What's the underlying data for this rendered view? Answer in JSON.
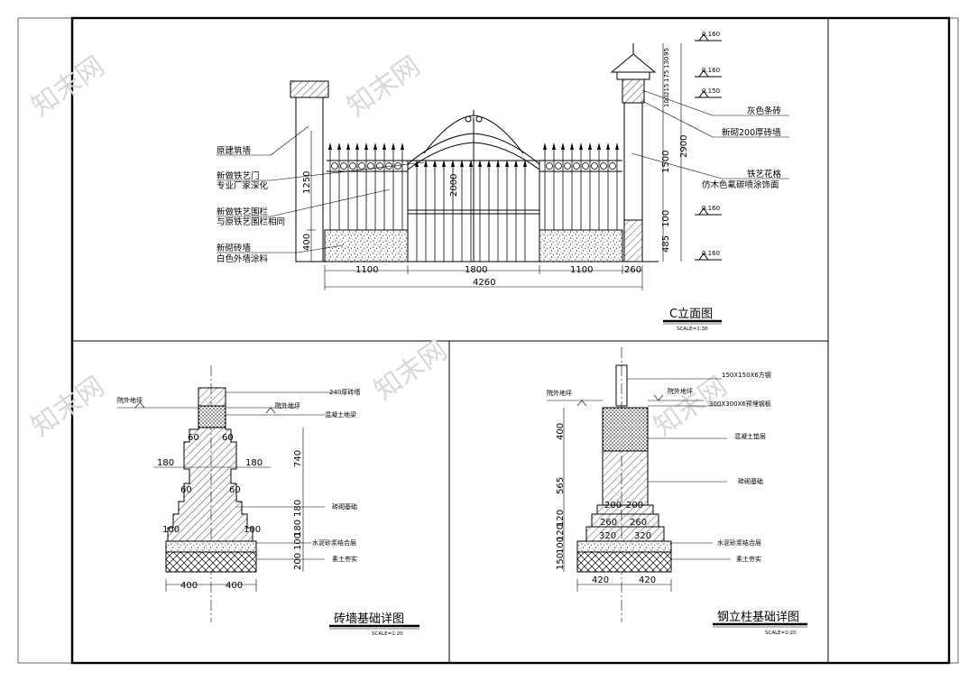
{
  "elevation": {
    "title": "C立面图",
    "scale": "SCALE=1:30",
    "labels": {
      "existing_wall": "原建筑墙",
      "new_gate_1": "新做铁艺门",
      "new_gate_2": "专业厂家深化",
      "new_fence_1": "新做铁艺围栏",
      "new_fence_2": "与原铁艺围栏相同",
      "new_brick_1": "新砌砖墙",
      "new_brick_2": "白色外墙涂料",
      "grey_brick": "灰色条砖",
      "new_200_wall": "新砌200厚砖墙",
      "iron_grille": "铁艺花格",
      "wood_paint": "仿木色氟碳喷涂饰面"
    },
    "dims_bottom": [
      "1100",
      "1800",
      "1100",
      "260"
    ],
    "dim_total": "4260",
    "dims_vertical_left": [
      "1250",
      "400"
    ],
    "dim_gate_height": "2000",
    "dims_right_pier": [
      "100",
      "215",
      "175",
      "130",
      "95",
      "1500",
      "100",
      "485"
    ],
    "dim_overall": "2900",
    "levels": [
      "0.160",
      "0.160",
      "0.150",
      "0.160",
      "0.160"
    ]
  },
  "brick_wall": {
    "title": "砖墙基础详图",
    "scale": "SCALE=1:20",
    "labels": {
      "outdoor_left": "院外地坪",
      "outdoor_right": "院外地坪",
      "wall_240": "240厚砖墙",
      "concrete_ring": "混凝土地梁",
      "brick_footing": "砖砌基础",
      "mortar": "水泥砂浆结合层",
      "soil": "素土夯实"
    },
    "dims": [
      "60",
      "60",
      "180",
      "180",
      "60",
      "60",
      "100",
      "100",
      "400",
      "400"
    ],
    "dims_right": [
      "740",
      "180",
      "180",
      "100",
      "200"
    ]
  },
  "steel_column": {
    "title": "钢立柱基础详图",
    "scale": "SCALE=1:20",
    "labels": {
      "steel_column": "150X150X6方钢",
      "outdoor_left": "院外地坪",
      "outdoor_right": "院外地坪",
      "plate": "300X300X6预埋钢板",
      "concrete": "混凝土垫层",
      "brick_footing": "砖砌基础",
      "mortar": "水泥砂浆结合层",
      "soil": "素土夯实"
    },
    "dims": [
      "200",
      "200",
      "260",
      "260",
      "320",
      "320",
      "420",
      "420"
    ],
    "dims_left": [
      "400",
      "565",
      "120",
      "120",
      "150",
      "100"
    ]
  },
  "watermark": "知末网"
}
